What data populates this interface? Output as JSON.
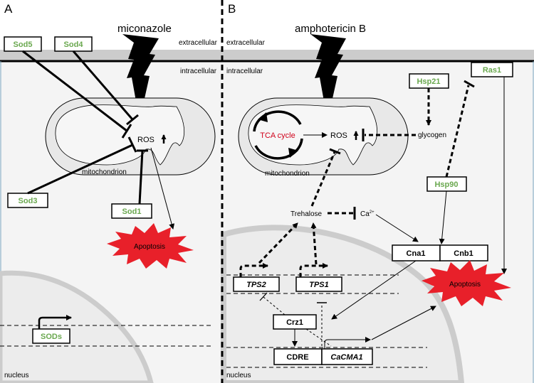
{
  "panels": {
    "a": {
      "letter": "A",
      "drug": "miconazole",
      "extracellular": "extracellular",
      "intracellular": "intracellular",
      "ros": "ROS",
      "mitochondrion": "mitochondrion",
      "apoptosis": "Apoptosis",
      "nucleus": "nucleus",
      "genes": {
        "sod5": "Sod5",
        "sod4": "Sod4",
        "sod3": "Sod3",
        "sod1": "Sod1",
        "sods": "SODs"
      }
    },
    "b": {
      "letter": "B",
      "drug": "amphotericin B",
      "extracellular": "extracellular",
      "intracellular": "intracellular",
      "ros": "ROS",
      "tca": "TCA cycle",
      "mitochondrion": "mitochondrion",
      "glycogen": "glycogen",
      "trehalose": "Trehalose",
      "calcium": "Ca",
      "calcium_charge": "2+",
      "apoptosis": "Apoptosis",
      "nucleus": "nucleus",
      "proteins": {
        "hsp21": "Hsp21",
        "ras1": "Ras1",
        "hsp90": "Hsp90",
        "cna1": "Cna1",
        "cnb1": "Cnb1",
        "crz1": "Crz1",
        "tps2": "TPS2",
        "tps1": "TPS1",
        "cdre": "CDRE",
        "cacma1": "CaCMA1"
      }
    }
  },
  "colors": {
    "green": "#6aa84f",
    "red": "#e8202a",
    "tca_red": "#d0021b",
    "membrane": "#cccccc",
    "cell_bg": "#f4f4f4",
    "nucleus_bg": "#ececec"
  }
}
